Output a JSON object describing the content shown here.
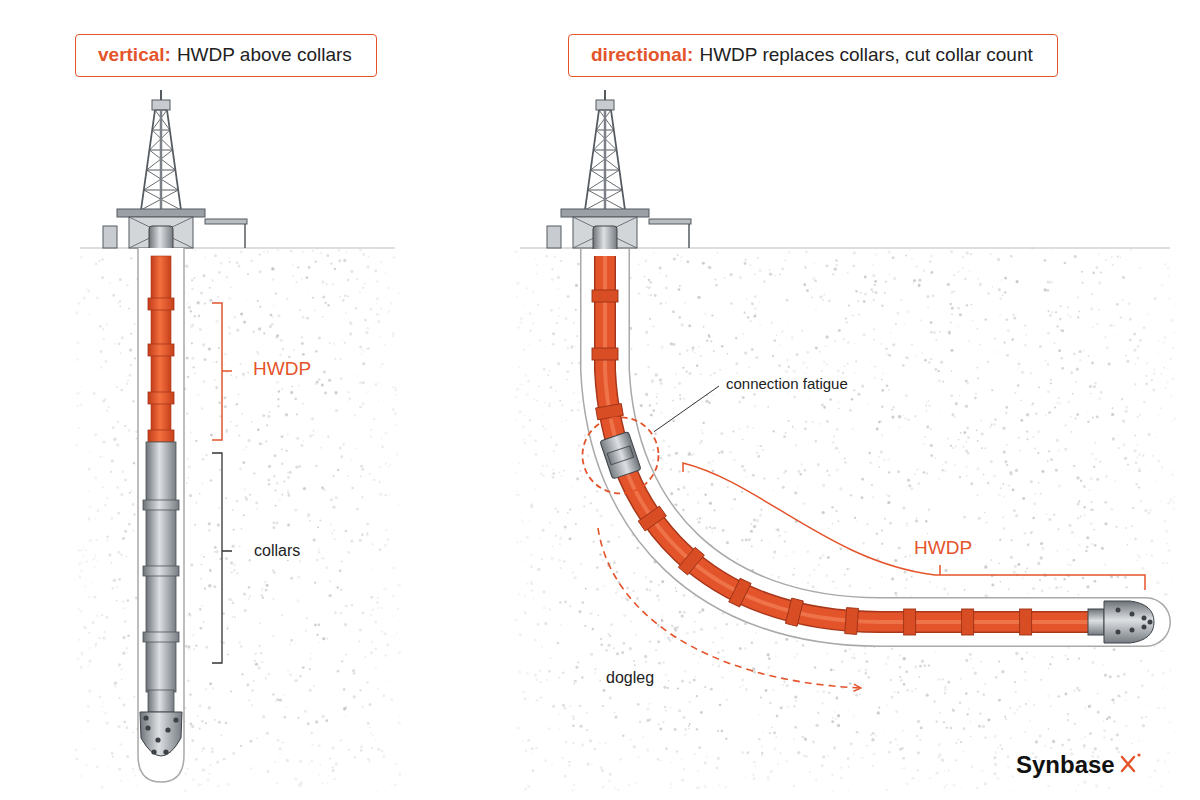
{
  "diagram": {
    "nodes": [
      {
        "text": [
          "vertical:",
          "HWDP above collars"
        ]
      },
      {
        "text": [
          "directional:",
          "HWDP replaces collars, cut collar count"
        ]
      }
    ],
    "labels": [
      "HWDP",
      "collars",
      "connection fatigue",
      "HWDP",
      "dogleg",
      "Synbase"
    ]
  }
}
